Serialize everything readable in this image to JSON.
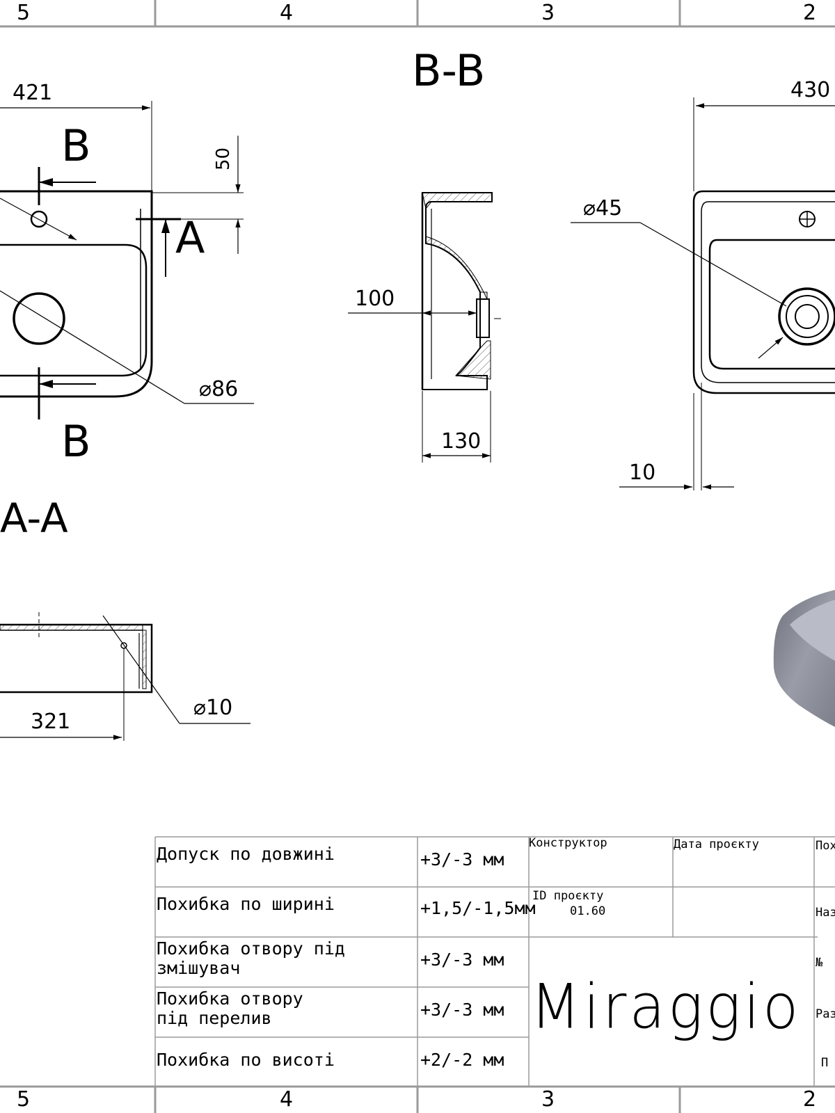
{
  "zones_top": [
    "5",
    "4",
    "3",
    "2"
  ],
  "zones_bottom": [
    "5",
    "4",
    "3",
    "2"
  ],
  "views": {
    "section_bb_title": "B-B",
    "section_aa_title": "A-A",
    "cut_letter_b_top": "B",
    "cut_letter_b_bottom": "B",
    "cut_letter_a": "A"
  },
  "dimensions": {
    "width_front": "421",
    "depth_top": "50",
    "drain_dia": "⌀86",
    "section_depth": "100",
    "section_height": "130",
    "side_width": "430",
    "mixer_dia": "⌀45",
    "wall": "10",
    "overflow_length": "321",
    "overflow_dia": "⌀10"
  },
  "tolerance_table": {
    "rows": [
      {
        "label": "Допуск по довжині",
        "value": "+3/-3 мм"
      },
      {
        "label": "Похибка по ширині",
        "value": "+1,5/-1,5мм"
      },
      {
        "label": "Похибка отвору під змішувач",
        "value": "+3/-3 мм"
      },
      {
        "label": "Похибка отвору під перелив",
        "value": "+3/-3 мм"
      },
      {
        "label": "Похибка по висоті",
        "value": "+2/-2 мм"
      }
    ]
  },
  "title_block": {
    "designer_label": "Конструктор",
    "date_label": "Дата проєкту",
    "project_id_label": "ID проєкту",
    "project_id_value": "01.60",
    "col3_row1": "Пох",
    "col3_row2": "Наз",
    "col3_row3": "№",
    "col3_row4": "Раз",
    "col3_row5": "П",
    "brand": "Miraggio"
  },
  "colors": {
    "line": "#000000",
    "grid": "#9a9a9a",
    "render": "#8d8f9a"
  }
}
